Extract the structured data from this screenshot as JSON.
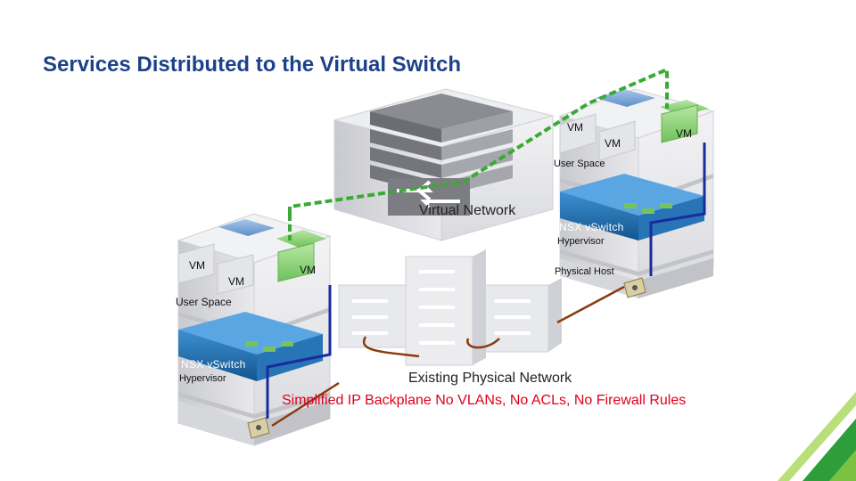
{
  "title": "Services Distributed to the Virtual Switch",
  "host_right": {
    "vm_labels": [
      "VM",
      "VM",
      "VM"
    ],
    "user_space": "User Space",
    "vswitch": "NSX vSwitch",
    "hypervisor": "Hypervisor",
    "physical_host": "Physical Host"
  },
  "host_left": {
    "vm_labels": [
      "VM",
      "VM",
      "VM"
    ],
    "user_space": "User Space",
    "vswitch": "NSX vSwitch",
    "hypervisor": "Hypervisor"
  },
  "virtual_network": "Virtual Network",
  "existing_physical_network": "Existing Physical Network",
  "backplane_note": "Simplified IP Backplane No VLANs, No ACLs, No Firewall Rules",
  "colors": {
    "title": "#1d428a",
    "overlay_green": "#3aaa35",
    "vm_green": "#8fd37a",
    "vm_blue": "#7ea8d8",
    "vswitch_blue": "#1f6fb0",
    "link_blue": "#1a2b9c",
    "physical_link": "#8b3a0e",
    "note_red": "#e0001b",
    "corner_accent": "#2e9e3a"
  }
}
